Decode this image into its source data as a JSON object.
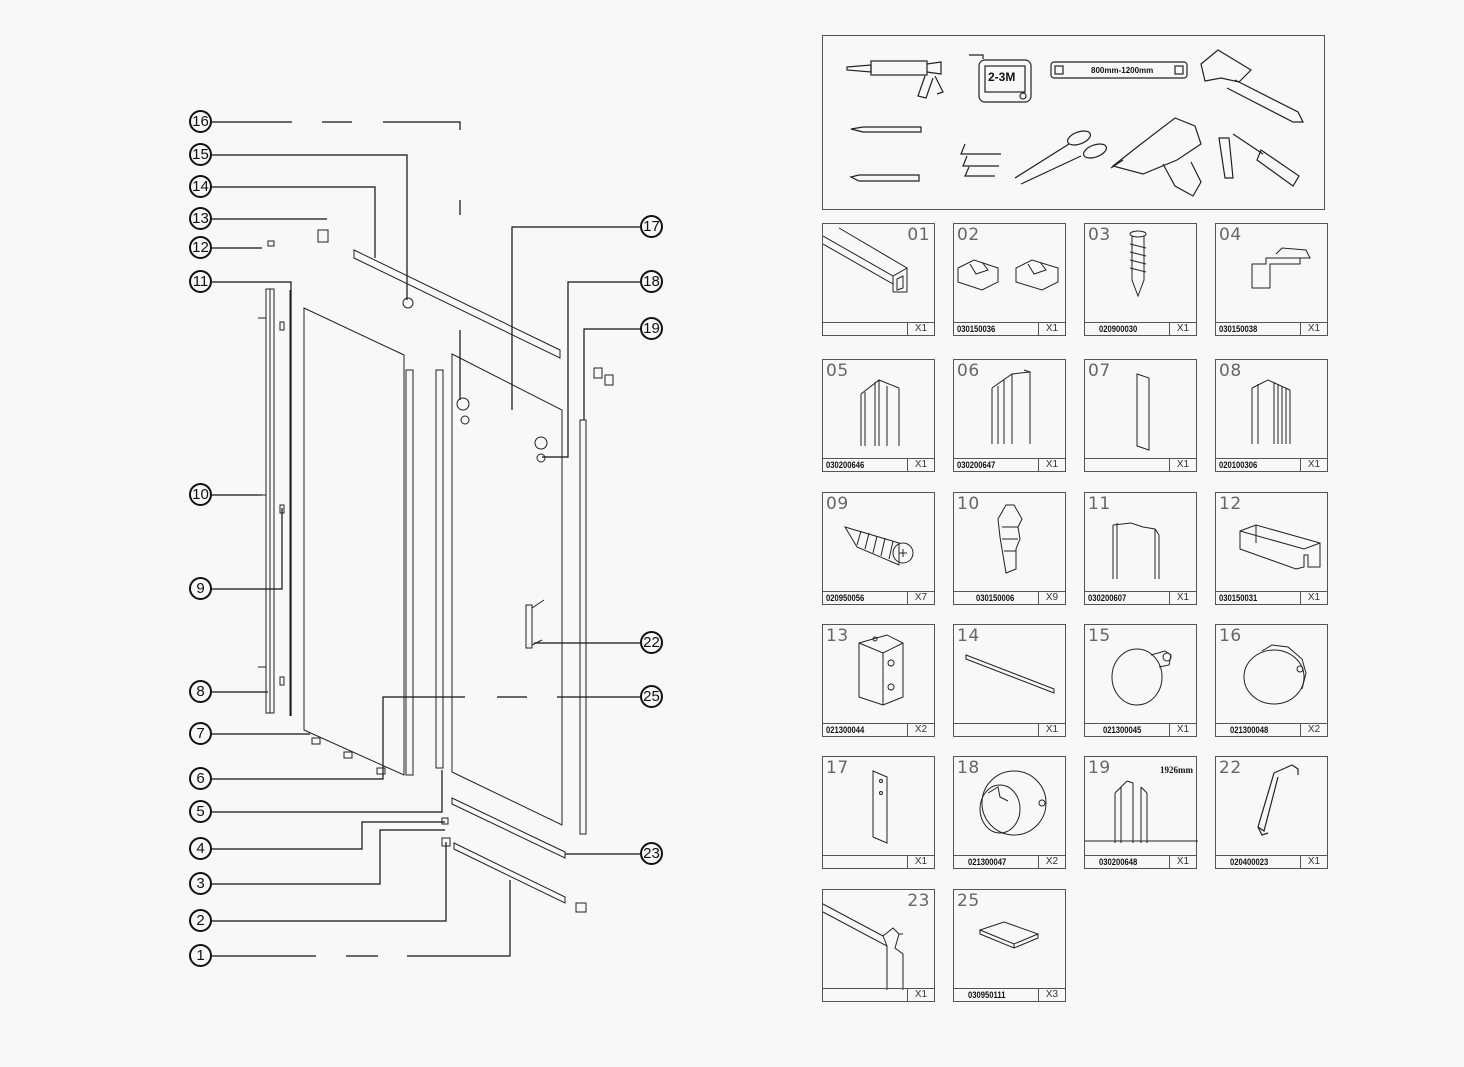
{
  "tools": {
    "tape_measure_label": "2-3M",
    "level_label": "800mm-1200mm",
    "icons": [
      "caulking-gun-icon",
      "tape-measure-icon",
      "spirit-level-icon",
      "hammer-icon",
      "drill-bit-icon",
      "pencil-icon",
      "hex-key-icon",
      "scissors-icon",
      "power-drill-icon",
      "screwdriver-icon"
    ]
  },
  "parts": [
    {
      "num": "01",
      "code": "",
      "qty": "X1",
      "annot": ""
    },
    {
      "num": "02",
      "code": "030150036",
      "qty": "X1",
      "annot": ""
    },
    {
      "num": "03",
      "code": "020900030",
      "qty": "X1",
      "annot": ""
    },
    {
      "num": "04",
      "code": "030150038",
      "qty": "X1",
      "annot": ""
    },
    {
      "num": "05",
      "code": "030200646",
      "qty": "X1",
      "annot": ""
    },
    {
      "num": "06",
      "code": "030200647",
      "qty": "X1",
      "annot": ""
    },
    {
      "num": "07",
      "code": "",
      "qty": "X1",
      "annot": ""
    },
    {
      "num": "08",
      "code": "020100306",
      "qty": "X1",
      "annot": ""
    },
    {
      "num": "09",
      "code": "020950056",
      "qty": "X7",
      "annot": ""
    },
    {
      "num": "10",
      "code": "030150006",
      "qty": "X9",
      "annot": ""
    },
    {
      "num": "11",
      "code": "030200607",
      "qty": "X1",
      "annot": ""
    },
    {
      "num": "12",
      "code": "030150031",
      "qty": "X1",
      "annot": ""
    },
    {
      "num": "13",
      "code": "021300044",
      "qty": "X2",
      "annot": ""
    },
    {
      "num": "14",
      "code": "",
      "qty": "X1",
      "annot": ""
    },
    {
      "num": "15",
      "code": "021300045",
      "qty": "X1",
      "annot": ""
    },
    {
      "num": "16",
      "code": "021300048",
      "qty": "X2",
      "annot": ""
    },
    {
      "num": "17",
      "code": "",
      "qty": "X1",
      "annot": ""
    },
    {
      "num": "18",
      "code": "021300047",
      "qty": "X2",
      "annot": ""
    },
    {
      "num": "19",
      "code": "030200648",
      "qty": "X1",
      "annot": "1926mm"
    },
    {
      "num": "22",
      "code": "020400023",
      "qty": "X1",
      "annot": ""
    },
    {
      "num": "23",
      "code": "",
      "qty": "X1",
      "annot": ""
    },
    {
      "num": "25",
      "code": "030950111",
      "qty": "X3",
      "annot": ""
    }
  ],
  "callouts": [
    "16",
    "15",
    "14",
    "13",
    "12",
    "11",
    "10",
    "9",
    "8",
    "7",
    "6",
    "5",
    "4",
    "3",
    "2",
    "1",
    "17",
    "18",
    "19",
    "22",
    "25",
    "23"
  ]
}
